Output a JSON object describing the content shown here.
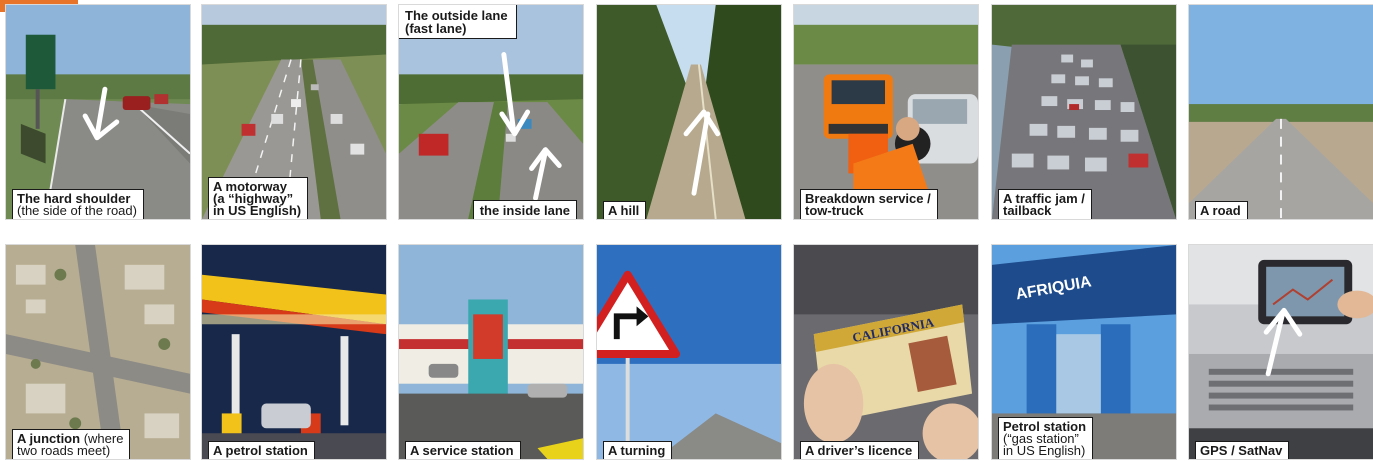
{
  "row1": [
    {
      "id": "hard-shoulder",
      "label_bold": "The hard shoulder",
      "label_normal": "(the side of the road)"
    },
    {
      "id": "motorway",
      "lines": [
        "A motorway",
        "(a “highway”",
        "in US English)"
      ]
    },
    {
      "id": "lanes",
      "top_lines": [
        "The outside lane",
        "(fast lane)"
      ],
      "bottom": "the inside lane"
    },
    {
      "id": "hill",
      "label_bold": "A hill"
    },
    {
      "id": "breakdown",
      "lines": [
        "Breakdown service /",
        "tow-truck"
      ]
    },
    {
      "id": "traffic-jam",
      "lines": [
        "A traffic jam /",
        "tailback"
      ]
    },
    {
      "id": "road",
      "label_bold": "A road"
    }
  ],
  "row2": [
    {
      "id": "junction",
      "label_bold": "A junction",
      "label_normal_inline": " (where",
      "label_normal": "two roads meet)"
    },
    {
      "id": "petrol-station",
      "label_bold": "A petrol station"
    },
    {
      "id": "service-station",
      "label_bold": "A service station"
    },
    {
      "id": "turning",
      "label_bold": "A turning"
    },
    {
      "id": "licence",
      "label_bold": "A driver’s licence"
    },
    {
      "id": "petrol-station-2",
      "label_bold": "Petrol station",
      "label_normal_lines": [
        "(“gas station”",
        "in US English)"
      ]
    },
    {
      "id": "gps",
      "label_bold": "GPS / SatNav"
    }
  ],
  "photo_text": {
    "licence_state": "CALIFORNIA",
    "station_brand": "AFRIQUIA"
  },
  "colors": {
    "accent": "#e8742a",
    "caption_border": "#1a1a1a"
  }
}
